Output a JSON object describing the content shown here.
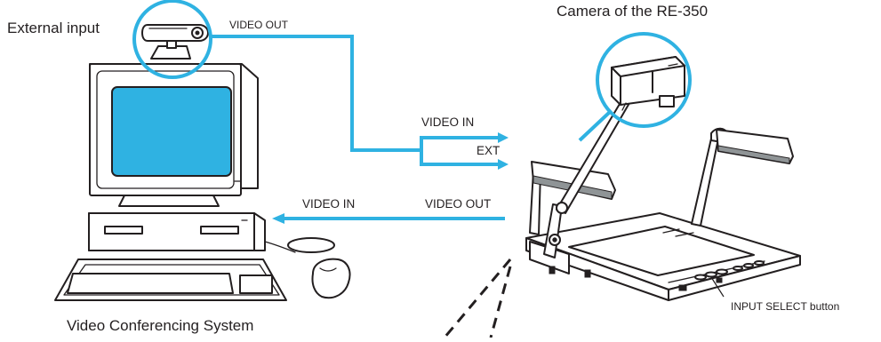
{
  "diagram": {
    "labels": {
      "external_input": "External input",
      "video_out_top": "VIDEO OUT",
      "camera_title": "Camera of the RE-350",
      "video_in_right": "VIDEO IN",
      "ext": "EXT",
      "video_out_mid": "VIDEO OUT",
      "video_in_left": "VIDEO IN",
      "video_conferencing_system": "Video Conferencing System",
      "input_select_button": "INPUT SELECT button"
    },
    "colors": {
      "connection_line": "#2fb2e2",
      "ink": "#231f20",
      "screen": "#2fb2e2"
    },
    "icons": {
      "webcam": "external-input-camera-icon",
      "computer": "video-conferencing-computer-icon",
      "visualizer": "re-350-document-camera-icon"
    }
  }
}
